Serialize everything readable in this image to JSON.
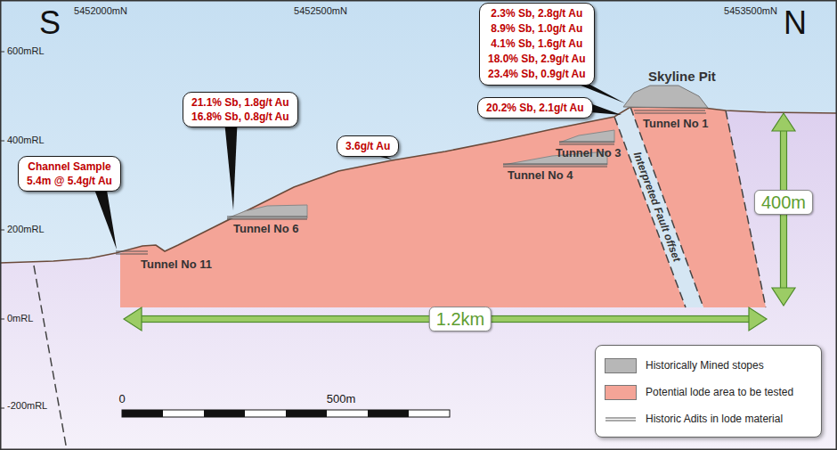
{
  "diagram": {
    "nodes": [
      {
        "text": [
          "Channel Sample",
          "5.4m @ 5.4g/t Au"
        ]
      },
      {
        "text": [
          "21.1% Sb, 1.8g/t Au",
          "16.8% Sb, 0.8g/t Au"
        ]
      },
      {
        "text": [
          "3.6g/t Au"
        ]
      },
      {
        "text": [
          "2.3% Sb, 2.8g/t Au",
          "8.9% Sb, 1.0g/t Au",
          "4.1% Sb, 1.6g/t Au",
          "18.0% Sb, 2.9g/t Au",
          "23.4% Sb, 0.9g/t Au"
        ]
      },
      {
        "text": [
          "20.2% Sb, 2.1g/t Au"
        ]
      },
      {
        "text": [
          "400m"
        ]
      },
      {
        "text": [
          "1.2km"
        ]
      }
    ],
    "labels": [
      "5452000mN",
      "5452500mN",
      "5453500mN",
      "S",
      "N",
      "600mRL",
      "400mRL",
      "200mRL",
      "0mRL",
      "-200mRL",
      "Skyline Pit",
      "Tunnel No 1",
      "Tunnel No 3",
      "Tunnel No 4",
      "Tunnel No 6",
      "Tunnel No 11",
      "Interpreted Fault offset",
      "0",
      "500m"
    ],
    "legend": [
      {
        "text": "Historically Mined stopes",
        "color": "#b7b7b7"
      },
      {
        "text": "Potential lode area to be tested",
        "color": "#f4a497"
      },
      {
        "text": "Historic Adits in lode material"
      }
    ]
  }
}
